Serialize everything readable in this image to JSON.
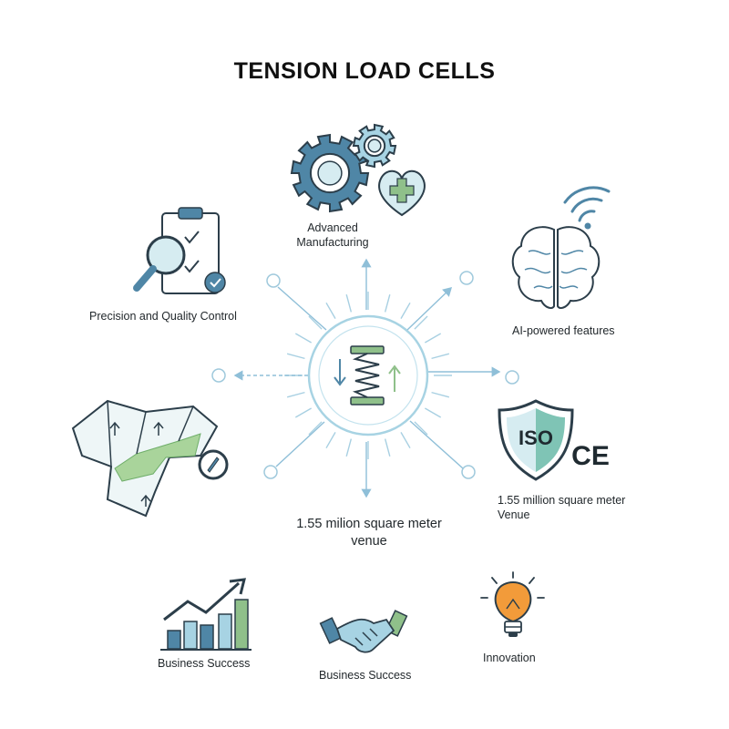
{
  "title": "TENSION LOAD CELLS",
  "nodes": {
    "manufacturing": {
      "line1": "Advanced",
      "line2": "Manufacturing",
      "icon": "gears-heart-icon"
    },
    "precision": {
      "label": "Precision and Quality Control",
      "icon": "clipboard-magnifier-icon"
    },
    "ai": {
      "label": "AI-powered features",
      "icon": "brain-wifi-icon"
    },
    "venue_center": {
      "line1": "1.55 milion square meter",
      "line2": "venue",
      "icon": "map-compass-icon"
    },
    "certification": {
      "iso_text": "ISO",
      "ce_text": "CE",
      "line1": "1.55 million square meter",
      "line2": "Venue",
      "icon": "iso-shield-icon"
    },
    "business_chart": {
      "label": "Business Success",
      "icon": "bar-chart-arrow-icon"
    },
    "business_handshake": {
      "label": "Business Success",
      "icon": "handshake-icon"
    },
    "innovation": {
      "label": "Innovation",
      "icon": "lightbulb-icon"
    }
  },
  "hub": {
    "icon": "spring-load-cell-icon"
  },
  "colors": {
    "blue": "#4f86a6",
    "dark": "#2c3e4a",
    "light_blue": "#a7d3e3",
    "green": "#8fc08a",
    "orange": "#f29b3a",
    "teal": "#7fc4b5"
  }
}
